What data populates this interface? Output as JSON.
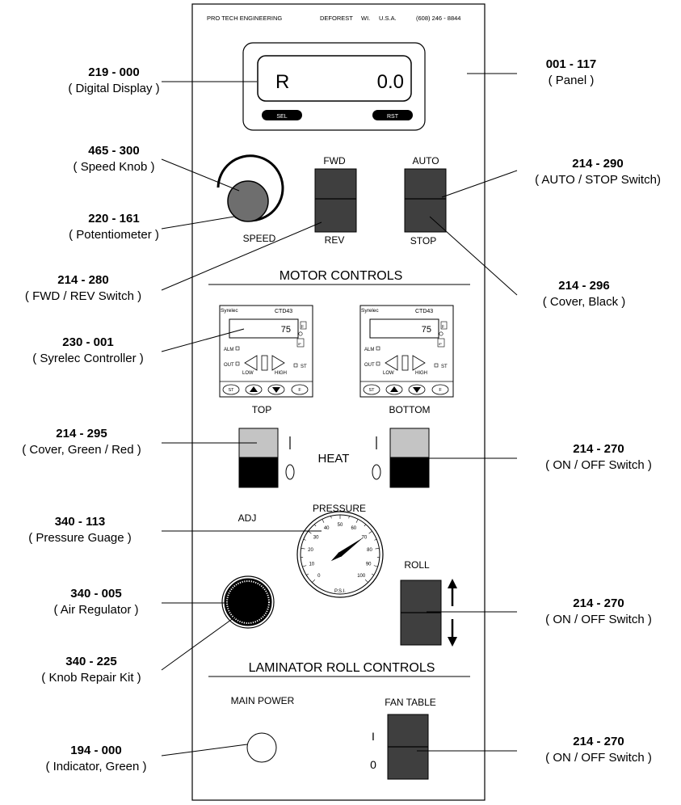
{
  "panel": {
    "header": {
      "company": "PRO TECH ENGINEERING",
      "city": "DEFOREST",
      "state": "WI.",
      "country": "U.S.A.",
      "phone": "(608)  246 - 8844"
    },
    "display": {
      "mode": "R",
      "value": "0.0",
      "sel": "SEL",
      "rst": "RST"
    },
    "labels": {
      "fwd": "FWD",
      "rev": "REV",
      "auto": "AUTO",
      "stop": "STOP",
      "speed": "SPEED",
      "motor_controls": "MOTOR  CONTROLS",
      "top": "TOP",
      "bottom": "BOTTOM",
      "heat": "HEAT",
      "pressure": "PRESSURE",
      "adj": "ADJ",
      "roll": "ROLL",
      "laminator": "LAMINATOR  ROLL  CONTROLS",
      "main_power": "MAIN  POWER",
      "fan_table": "FAN TABLE",
      "switch_on": "I",
      "switch_off": "0"
    },
    "controllers": [
      {
        "brand": "Syrelec",
        "model": "CTD43",
        "value": "75",
        "alm": "ALM",
        "out": "OUT",
        "low": "LOW",
        "high": "HIGH",
        "st": "ST",
        "ip": "IP",
        "f": "F",
        "btn_st": "ST",
        "btn_f": "F"
      },
      {
        "brand": "Syrelec",
        "model": "CTD43",
        "value": "75",
        "alm": "ALM",
        "out": "OUT",
        "low": "LOW",
        "high": "HIGH",
        "st": "ST",
        "ip": "IP",
        "f": "F",
        "btn_st": "ST",
        "btn_f": "F"
      }
    ],
    "gauge": {
      "ticks": [
        "0",
        "10",
        "20",
        "30",
        "40",
        "50",
        "60",
        "70",
        "80",
        "90",
        "100"
      ],
      "unit": "P.S.I.",
      "reading": 70
    }
  },
  "callouts": [
    {
      "part": "219 - 000",
      "name": "( Digital Display )"
    },
    {
      "part": "465 - 300",
      "name": "( Speed Knob )"
    },
    {
      "part": "220 - 161",
      "name": "( Potentiometer )"
    },
    {
      "part": "214 - 280",
      "name": "( FWD / REV Switch )"
    },
    {
      "part": "230 - 001",
      "name": "( Syrelec Controller )"
    },
    {
      "part": "214 - 295",
      "name": "( Cover, Green / Red )"
    },
    {
      "part": "340 - 113",
      "name": "( Pressure Guage )"
    },
    {
      "part": "340 - 005",
      "name": "( Air Regulator )"
    },
    {
      "part": "340 - 225",
      "name": "( Knob Repair Kit )"
    },
    {
      "part": "194 - 000",
      "name": "( Indicator, Green )"
    },
    {
      "part": "001 - 117",
      "name": "( Panel )"
    },
    {
      "part": "214 - 290",
      "name": "( AUTO / STOP Switch)"
    },
    {
      "part": "214 - 296",
      "name": "( Cover, Black )"
    },
    {
      "part": "214 - 270",
      "name": "( ON / OFF Switch )"
    },
    {
      "part": "214 - 270",
      "name": "( ON / OFF Switch )"
    },
    {
      "part": "214 - 270",
      "name": "( ON / OFF Switch )"
    }
  ]
}
